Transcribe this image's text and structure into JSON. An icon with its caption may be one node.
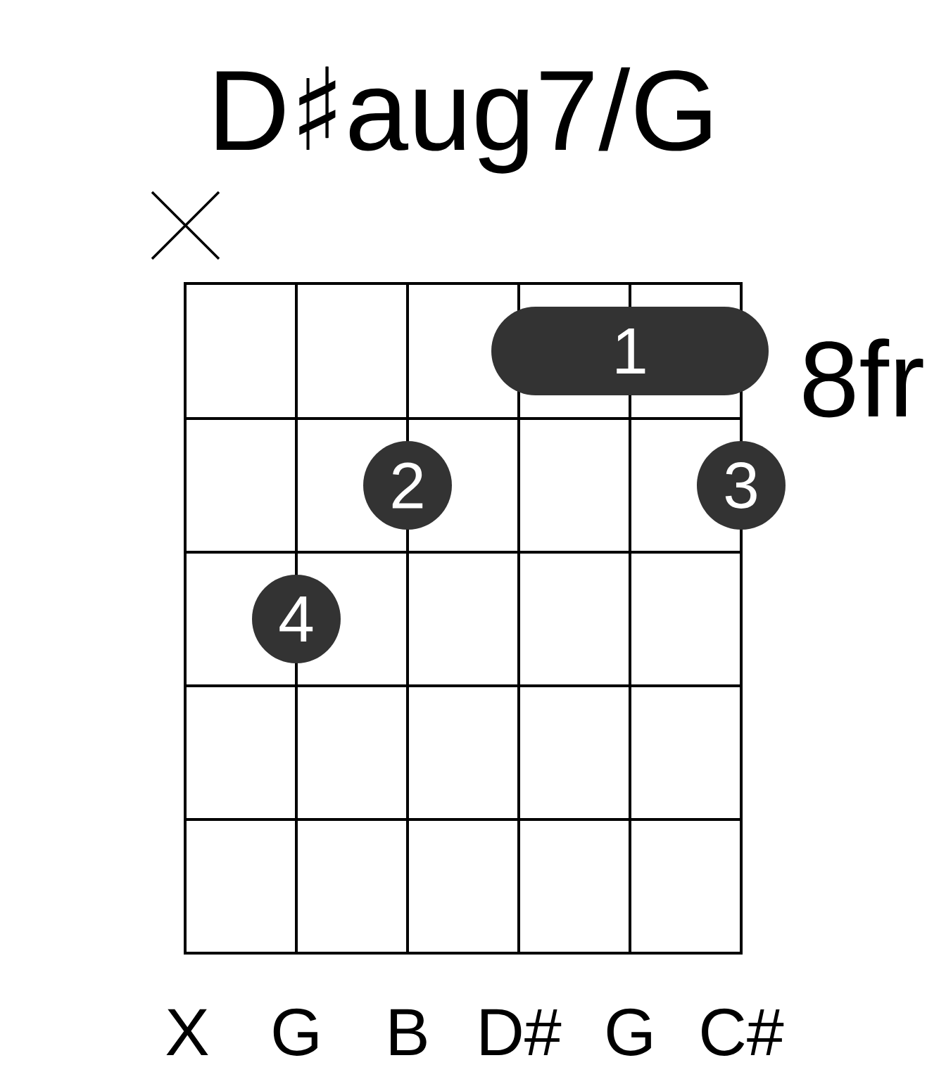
{
  "diagram": {
    "title": "D♯aug7/G",
    "nodes": [
      {
        "text": [
          "1"
        ]
      },
      {
        "text": [
          "2"
        ]
      },
      {
        "text": [
          "3"
        ]
      },
      {
        "text": [
          "4"
        ]
      }
    ],
    "labels": [
      "8fr",
      "X",
      "G",
      "B",
      "D#",
      "G",
      "C#"
    ]
  }
}
